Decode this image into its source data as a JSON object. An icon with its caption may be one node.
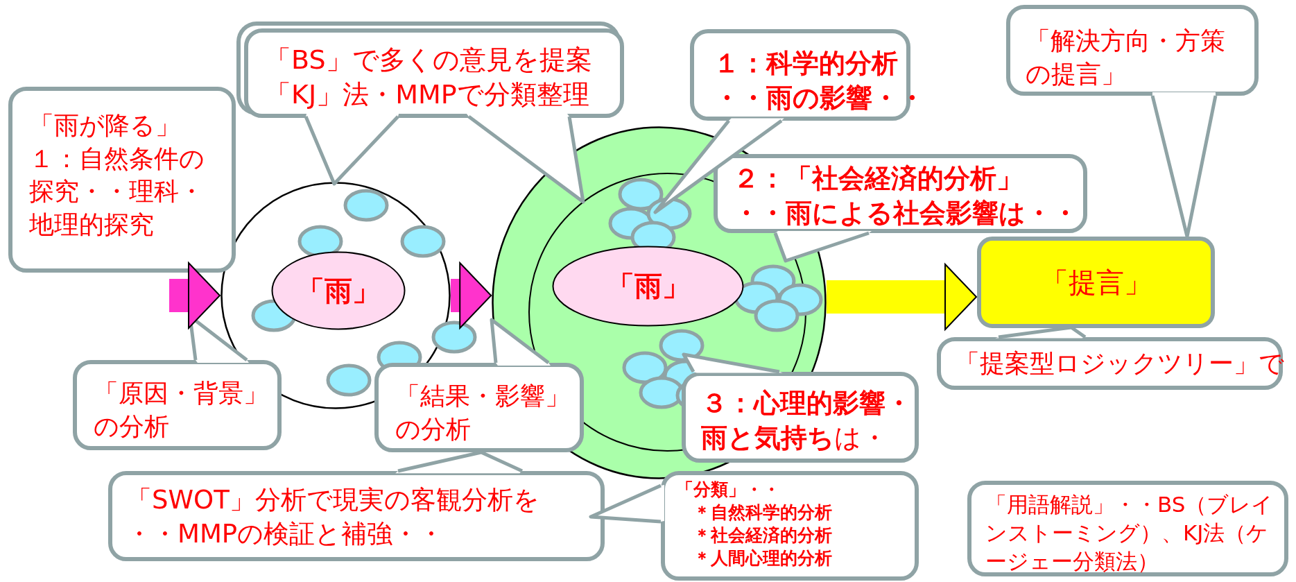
{
  "diagram": {
    "nodes": [
      {
        "text": [
          "「雨が降る」",
          "１：自然条件の探究・・理科・地理的探究"
        ]
      },
      {
        "text": [
          "「BS」で多くの意見を提案",
          "「KJ」法・MMPで分類整理"
        ]
      },
      {
        "text": [
          "１：科学的分析",
          "・・雨の影響・・"
        ]
      },
      {
        "text": [
          "「解決方向・方策の提言」"
        ]
      },
      {
        "text": [
          "２：「社会経済的分析」",
          "・・雨による社会影響は・・"
        ]
      },
      {
        "text": [],
        "shape": "circle"
      },
      {
        "text": [
          "「雨」"
        ],
        "in": 5
      },
      {
        "text": [],
        "shape": "circle"
      },
      {
        "text": [
          "「雨」"
        ],
        "in": 7
      },
      {
        "text": [
          "「提言」"
        ]
      },
      {
        "text": [
          "「原因・背景」",
          "の分析"
        ]
      },
      {
        "text": [
          "「結果・影響」",
          "の分析"
        ]
      },
      {
        "text": [
          "**３：心理的影響・雨と気持ち**は・"
        ]
      },
      {
        "text": [
          "「提案型ロジックツリー」で"
        ]
      },
      {
        "text": [
          "「SWOT」分析で現実の客観分析を",
          "・・MMPの検証と補強・・"
        ]
      },
      {
        "text": [
          "「分類」・・",
          "＊自然科学的分析",
          "＊社会経済的分析",
          "＊人間心理的分析"
        ]
      },
      {
        "text": [
          "「用語解説」・・BS（ブレインストーミング）、KJ法（ケージェー分類法）"
        ]
      }
    ],
    "edges": [
      {
        "from": null,
        "to": 5,
        "arrow": "to"
      },
      {
        "from": 5,
        "to": 7,
        "arrow": "to"
      },
      {
        "from": 7,
        "to": 9,
        "arrow": "to",
        "color": "#ffff00"
      }
    ]
  }
}
